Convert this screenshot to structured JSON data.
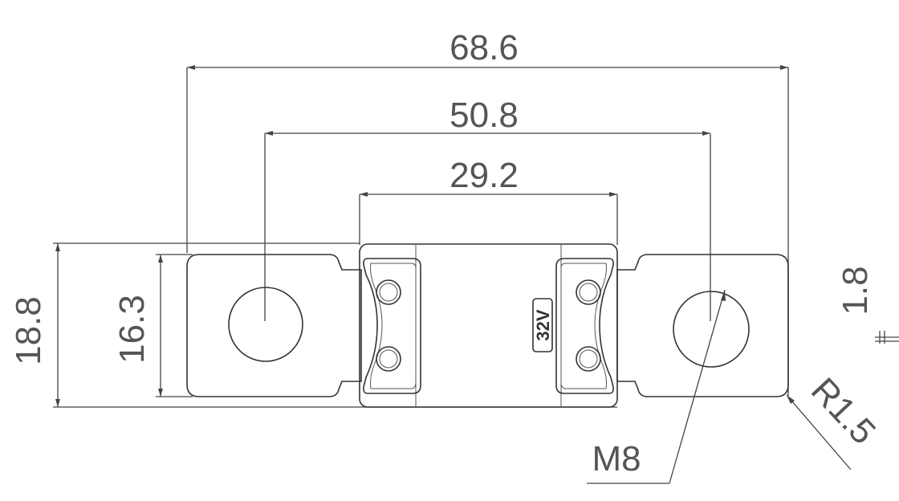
{
  "dimensions": {
    "overall_length": "68.6",
    "hole_spacing": "50.8",
    "body_length": "29.2",
    "overall_width": "18.8",
    "terminal_width": "16.3",
    "thickness": "1.8",
    "corner_radius": "R1.5",
    "thread": "M8"
  },
  "body_label": "32V",
  "colors": {
    "line": "#333333",
    "text": "#555555",
    "background": "#ffffff"
  }
}
